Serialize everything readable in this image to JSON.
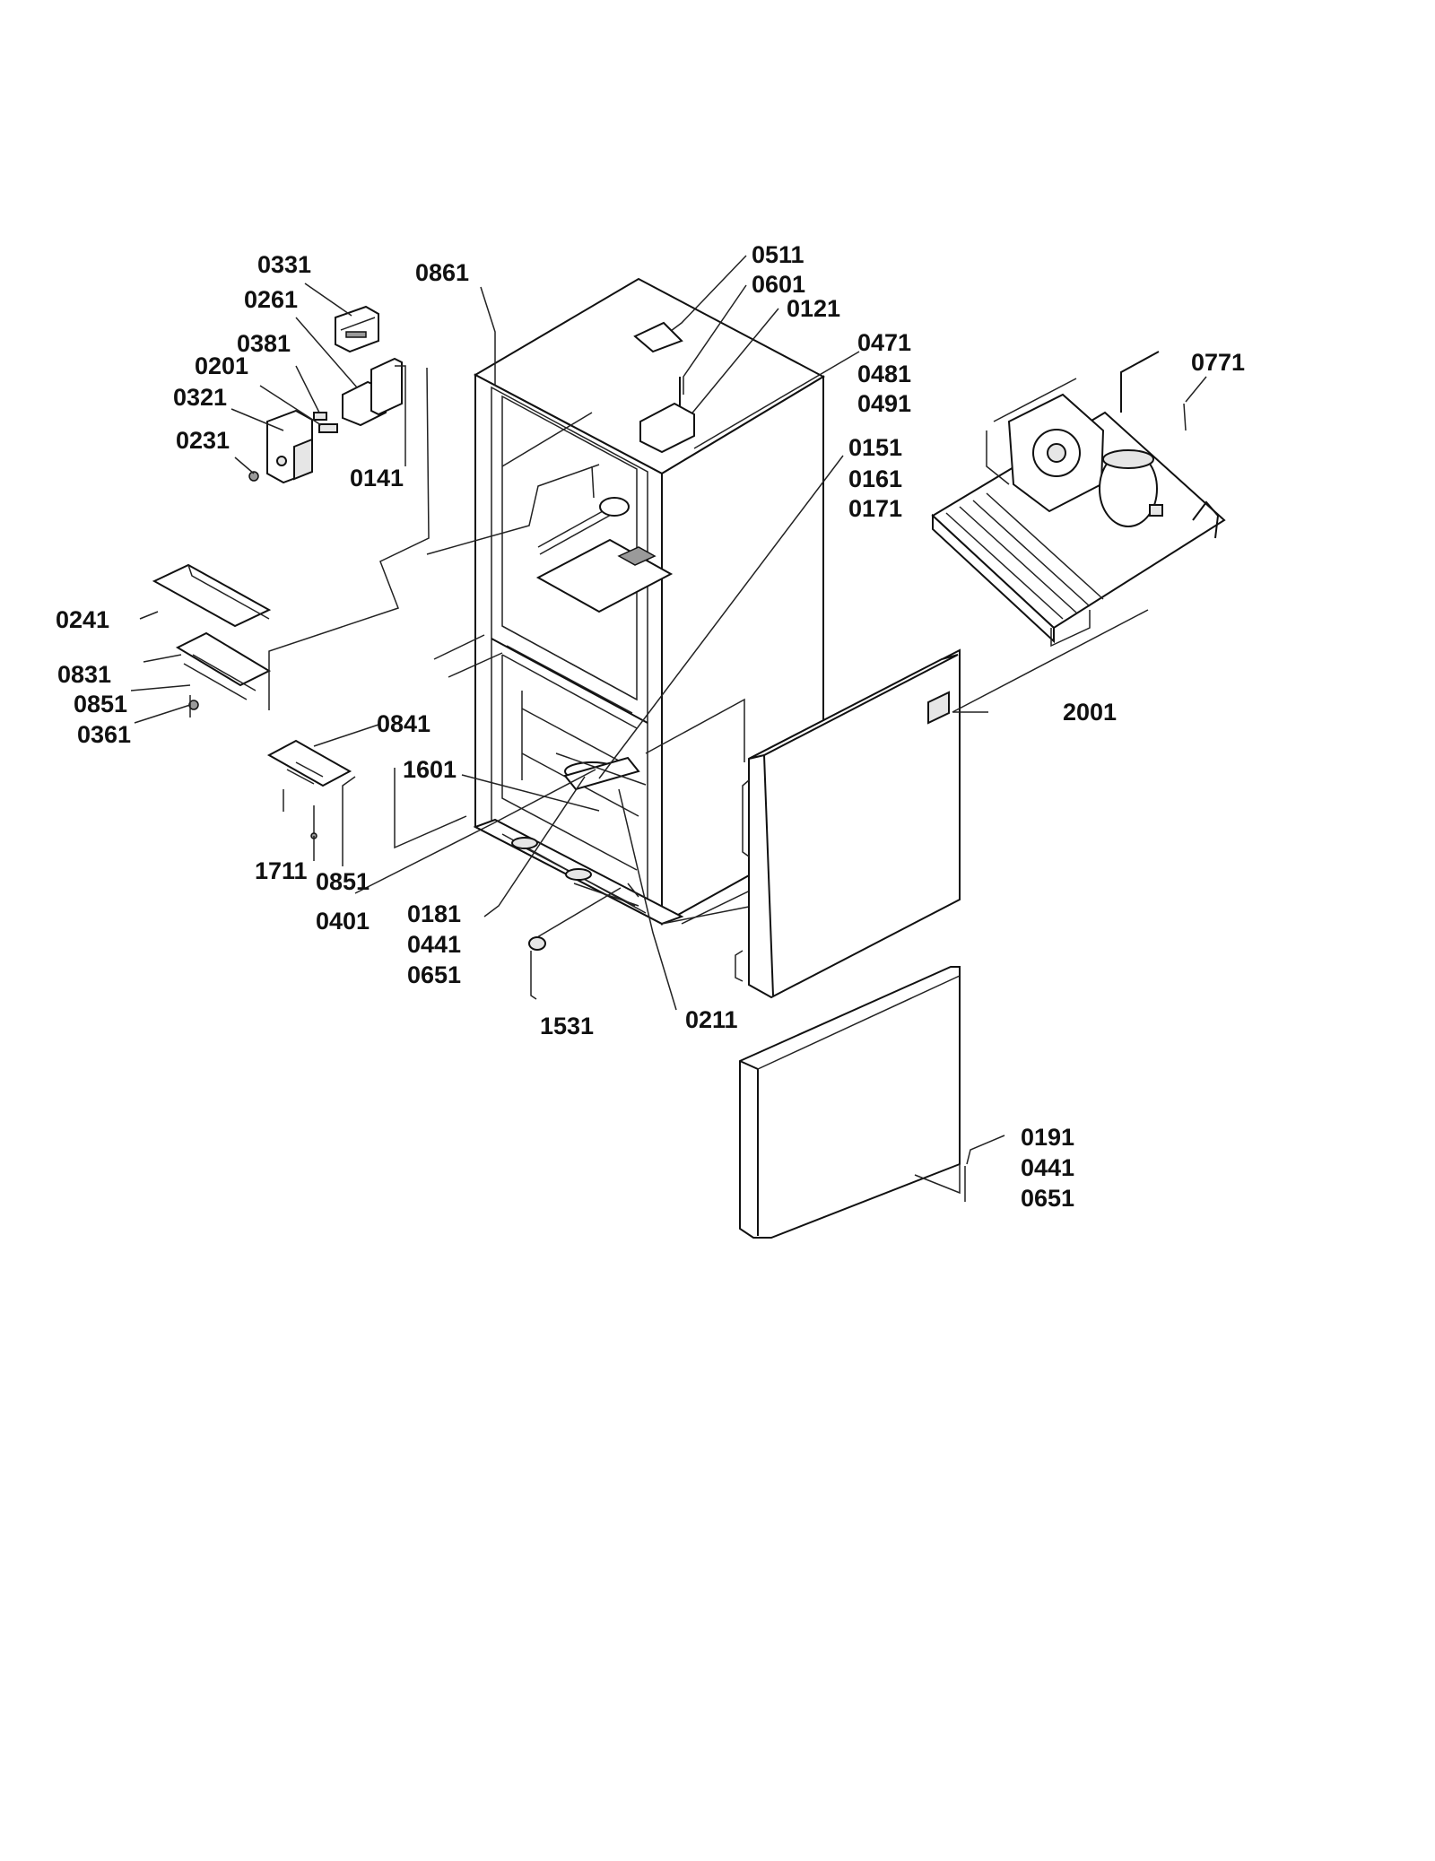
{
  "callouts": {
    "c0331": "0331",
    "c0261": "0261",
    "c0381": "0381",
    "c0201": "0201",
    "c0321": "0321",
    "c0231": "0231",
    "c0141": "0141",
    "c0861": "0861",
    "c0511": "0511",
    "c0601": "0601",
    "c0121": "0121",
    "c0471": "0471",
    "c0481": "0481",
    "c0491": "0491",
    "c0151": "0151",
    "c0161": "0161",
    "c0171": "0171",
    "c0771": "0771",
    "c0241": "0241",
    "c0831": "0831",
    "c0851a": "0851",
    "c0361": "0361",
    "c0841": "0841",
    "c1601": "1601",
    "c2001": "2001",
    "c1711": "1711",
    "c0851b": "0851",
    "c0401": "0401",
    "c0181": "0181",
    "c0441a": "0441",
    "c0651a": "0651",
    "c1531": "1531",
    "c0211": "0211",
    "c0191": "0191",
    "c0441b": "0441",
    "c0651b": "0651"
  }
}
